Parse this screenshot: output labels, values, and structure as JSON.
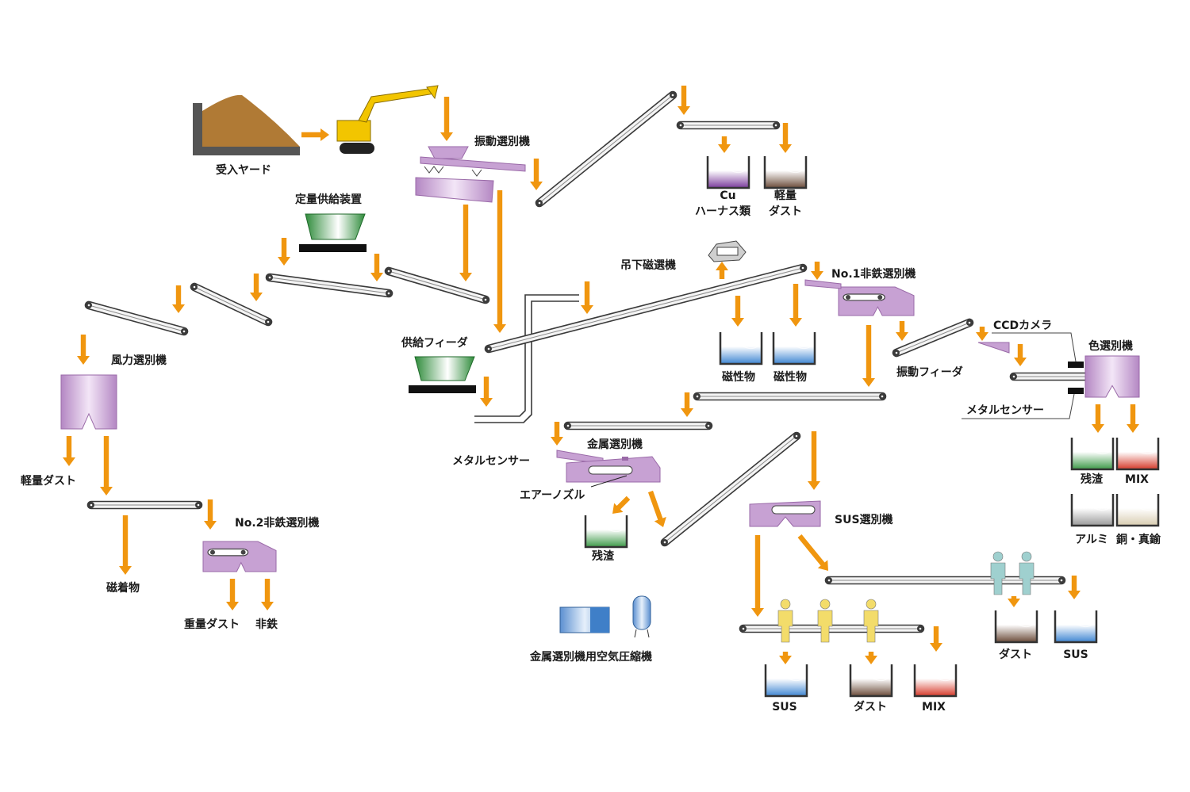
{
  "colors": {
    "arrow": "#f0960f",
    "belt": "#3a3a3a",
    "machine": "#c7a1d3",
    "machine_dark": "#9a6aa8",
    "green": "#3d9a48",
    "blue": "#3f86d2",
    "purple": "#7a3b9c",
    "brown": "#6b4c3a",
    "red": "#d63a2a",
    "gray": "#9a9a9a",
    "beige": "#d8ccb0",
    "sand": "#b07a35",
    "yellow_machine": "#f2c500",
    "worker_yellow": "#f3dc6a",
    "worker_teal": "#9fd0cf"
  },
  "labels": {
    "receiving_yard": "受入ヤード",
    "vibrating_separator": "振動選別機",
    "fixed_feeder": "定量供給装置",
    "cu_line1": "Cu",
    "cu_line2": "ハーナス類",
    "light_dust_line1": "軽量",
    "light_dust_line2": "ダスト",
    "suspended_magnet": "吊下磁選機",
    "no1_nonferrous": "No.1非鉄選別機",
    "ccd_camera": "CCDカメラ",
    "color_separator": "色選別機",
    "supply_feeder": "供給フィーダ",
    "magnetic_1": "磁性物",
    "magnetic_2": "磁性物",
    "vibrating_feeder": "振動フィーダ",
    "metal_sensor_right": "メタルセンサー",
    "wind_separator": "風力選別機",
    "light_dust": "軽量ダスト",
    "magnetic_attached": "磁着物",
    "no2_nonferrous": "No.2非鉄選別機",
    "heavy_dust": "重量ダスト",
    "nonferrous": "非鉄",
    "metal_separator": "金属選別機",
    "metal_sensor_left": "メタルセンサー",
    "air_nozzle": "エアーノズル",
    "residue_left": "残渣",
    "sus_separator": "SUS選別機",
    "compressor": "金属選別機用空気圧縮機",
    "residue_right": "残渣",
    "mix_right": "MIX",
    "aluminum": "アルミ",
    "copper_brass": "銅・真鍮",
    "dust_right": "ダスト",
    "sus_right": "SUS",
    "sus_bottom": "SUS",
    "dust_bottom": "ダスト",
    "mix_bottom": "MIX"
  }
}
